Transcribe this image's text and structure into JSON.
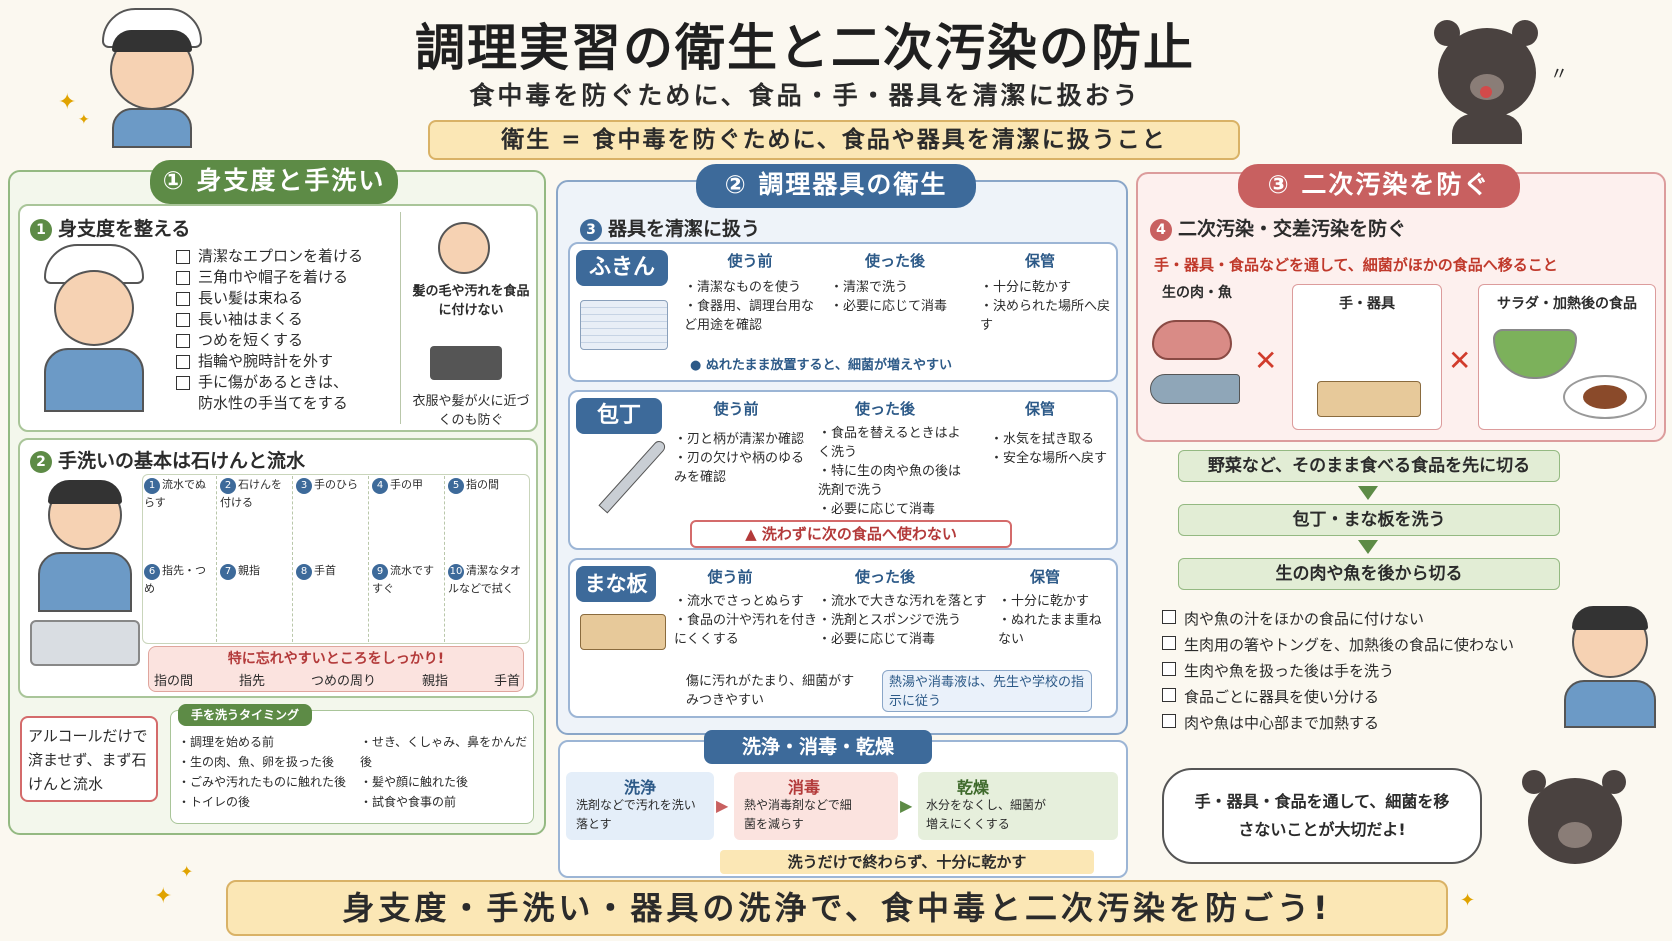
{
  "header": {
    "title": "調理実習の衛生と二次汚染の防止",
    "subtitle": "食中毒を防ぐために、食品・手・器具を清潔に扱おう",
    "definition": "衛生 = 食中毒を防ぐために、食品や器具を清潔に扱うこと"
  },
  "section1": {
    "title": "① 身支度と手洗い",
    "attire": {
      "num": "1",
      "heading": "身支度を整える",
      "items": [
        "清潔なエプロンを着ける",
        "三角巾や帽子を着ける",
        "長い髪は束ねる",
        "長い袖はまくる",
        "つめを短くする",
        "指輪や腕時計を外す",
        "手に傷があるときは、"
      ],
      "item_cont": "防水性の手当てをする",
      "note1": "髪の毛や汚れを食品に付けない",
      "note2": "衣服や髪が火に近づくのも防ぐ"
    },
    "wash": {
      "num": "2",
      "heading": "手洗いの基本は石けんと流水",
      "steps": [
        {
          "n": "1",
          "t": "流水でぬらす"
        },
        {
          "n": "2",
          "t": "石けんを付ける"
        },
        {
          "n": "3",
          "t": "手のひら"
        },
        {
          "n": "4",
          "t": "手の甲"
        },
        {
          "n": "5",
          "t": "指の間"
        },
        {
          "n": "6",
          "t": "指先・つめ"
        },
        {
          "n": "7",
          "t": "親指"
        },
        {
          "n": "8",
          "t": "手首"
        },
        {
          "n": "9",
          "t": "流水ですすぐ"
        },
        {
          "n": "10",
          "t": "清潔なタオルなどで拭く"
        }
      ],
      "forget_title": "特に忘れやすいところをしっかり!",
      "forget_items": [
        "指の間",
        "指先",
        "つめの周り",
        "親指",
        "手首"
      ]
    },
    "alcohol": "アルコールだけで済ませず、まず石けんと流水",
    "timing": {
      "title": "手を洗うタイミング",
      "left": [
        "調理を始める前",
        "生の肉、魚、卵を扱った後",
        "ごみや汚れたものに触れた後",
        "トイレの後"
      ],
      "right": [
        "せき、くしゃみ、鼻をかんだ後",
        "髪や顔に触れた後",
        "試食や食事の前"
      ]
    }
  },
  "section2": {
    "title": "② 調理器具の衛生",
    "sub_num": "3",
    "sub_heading": "器具を清潔に扱う",
    "cols": [
      "使う前",
      "使った後",
      "保管"
    ],
    "fukin": {
      "label": "ふきん",
      "before": [
        "清潔なものを使う",
        "食器用、調理台用など用途を確認"
      ],
      "after": [
        "清潔で洗う",
        "必要に応じて消毒"
      ],
      "storage": [
        "十分に乾かす",
        "決められた場所へ戻す"
      ],
      "note": "ぬれたまま放置すると、細菌が増えやすい"
    },
    "knife": {
      "label": "包丁",
      "before": [
        "刃と柄が清潔か確認",
        "刃の欠けや柄のゆるみを確認"
      ],
      "after": [
        "食品を替えるときはよく洗う",
        "特に生の肉や魚の後は洗剤で洗う",
        "必要に応じて消毒"
      ],
      "storage": [
        "水気を拭き取る",
        "安全な場所へ戻す"
      ],
      "warning": "洗わずに次の食品へ使わない"
    },
    "board": {
      "label": "まな板",
      "before": [
        "流水でさっとぬらす",
        "食品の汁や汚れを付きにくくする"
      ],
      "after": [
        "流水で大きな汚れを落とす",
        "洗剤とスポンジで洗う",
        "必要に応じて消毒"
      ],
      "storage": [
        "十分に乾かす",
        "ぬれたまま重ねない"
      ],
      "note": "傷に汚れがたまり、細菌がすみつきやすい",
      "note2": "熱湯や消毒液は、先生や学校の指示に従う"
    },
    "clean": {
      "title": "洗浄・消毒・乾燥",
      "wash_t": "洗浄",
      "wash_d": "洗剤などで汚れを洗い落とす",
      "dis_t": "消毒",
      "dis_d": "熱や消毒剤などで細菌を減らす",
      "dry_t": "乾燥",
      "dry_d": "水分をなくし、細菌が増えにくくする",
      "bottom": "洗うだけで終わらず、十分に乾かす"
    }
  },
  "section3": {
    "title": "③ 二次汚染を防ぐ",
    "sub_num": "4",
    "sub_heading": "二次汚染・交差汚染を防ぐ",
    "definition": "手・器具・食品などを通して、細菌がほかの食品へ移ること",
    "cards": [
      "生の肉・魚",
      "手・器具",
      "サラダ・加熱後の食品"
    ],
    "flow": [
      "野菜など、そのまま食べる食品を先に切る",
      "包丁・まな板を洗う",
      "生の肉や魚を後から切る"
    ],
    "checks": [
      "肉や魚の汁をほかの食品に付けない",
      "生肉用の箸やトングを、加熱後の食品に使わない",
      "生肉や魚を扱った後は手を洗う",
      "食品ごとに器具を使い分ける",
      "肉や魚は中心部まで加熱する"
    ],
    "bubble": "手・器具・食品を通して、細菌を移さないことが大切だよ!"
  },
  "footer": "身支度・手洗い・器具の洗浄で、食中毒と二次汚染を防ごう!"
}
